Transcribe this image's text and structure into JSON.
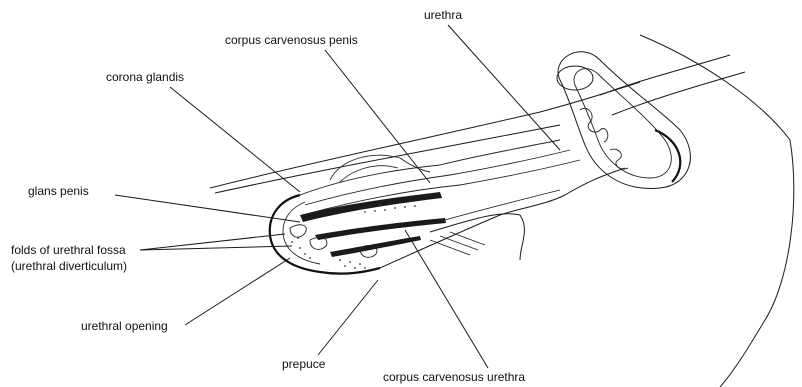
{
  "labels": {
    "urethra": "urethra",
    "corpus_carvenosus_penis": "corpus carvenosus penis",
    "corona_glandis": "corona glandis",
    "glans_penis": "glans penis",
    "folds_line1": "folds of urethral fossa",
    "folds_line2": "(urethral diverticulum)",
    "urethral_opening": "urethral opening",
    "prepuce": "prepuce",
    "corpus_carvenosus_urethra": "corpus carvenosus urethra"
  },
  "colors": {
    "ink": "#1a1a1a",
    "background": "#ffffff"
  }
}
